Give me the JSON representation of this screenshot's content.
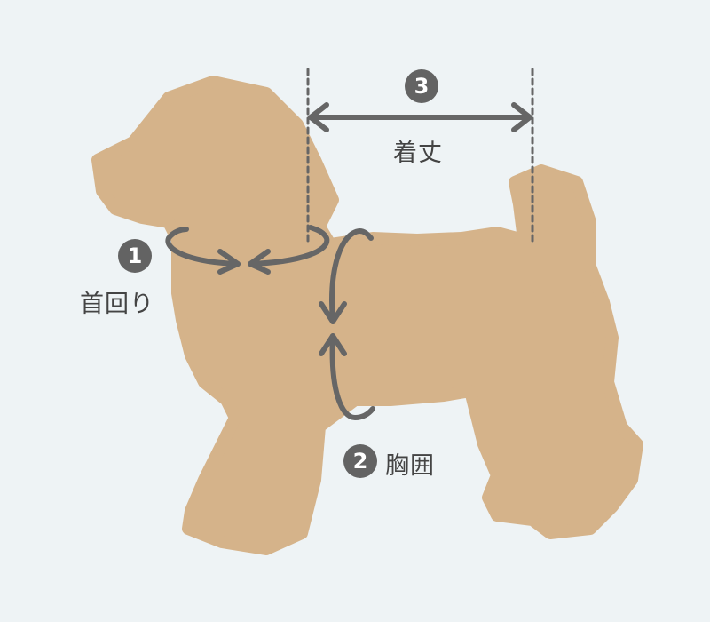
{
  "colors": {
    "background": "#eef3f5",
    "dog": "#d5b38a",
    "arrow": "#666666"
  },
  "measurements": [
    {
      "number": "1",
      "label": "首回り"
    },
    {
      "number": "2",
      "label": "胸囲"
    },
    {
      "number": "3",
      "label": "着丈"
    }
  ]
}
